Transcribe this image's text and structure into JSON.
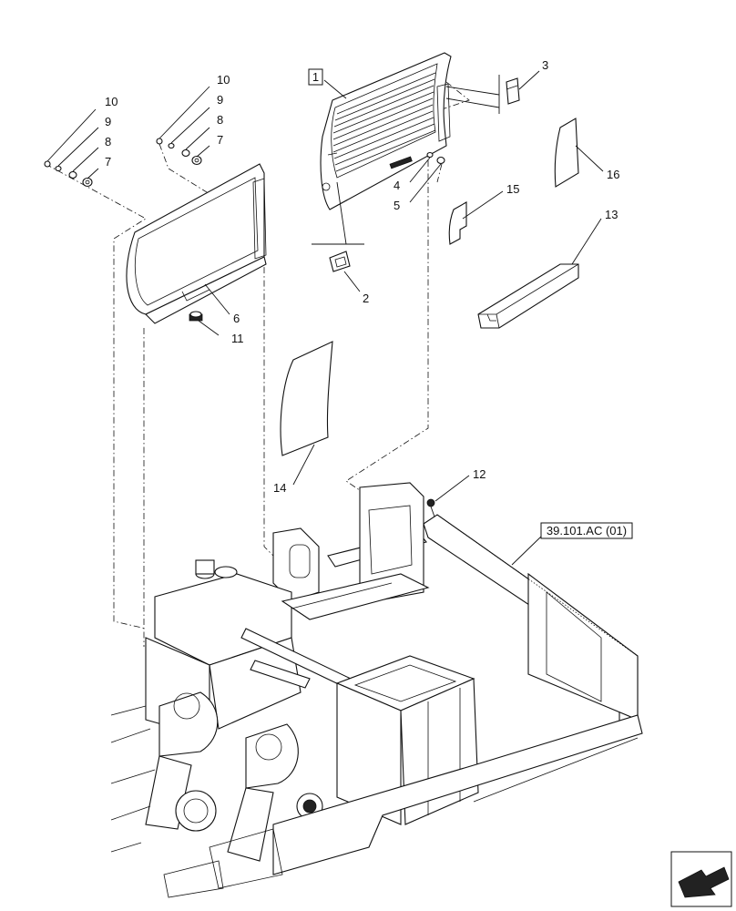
{
  "callouts": {
    "c1": "1",
    "c2": "2",
    "c3": "3",
    "c4": "4",
    "c5": "5",
    "c6": "6",
    "c7a": "7",
    "c7b": "7",
    "c8a": "8",
    "c8b": "8",
    "c9a": "9",
    "c9b": "9",
    "c10a": "10",
    "c10b": "10",
    "c11": "11",
    "c12": "12",
    "c13": "13",
    "c14": "14",
    "c15": "15",
    "c16": "16"
  },
  "reference": "39.101.AC (01)"
}
